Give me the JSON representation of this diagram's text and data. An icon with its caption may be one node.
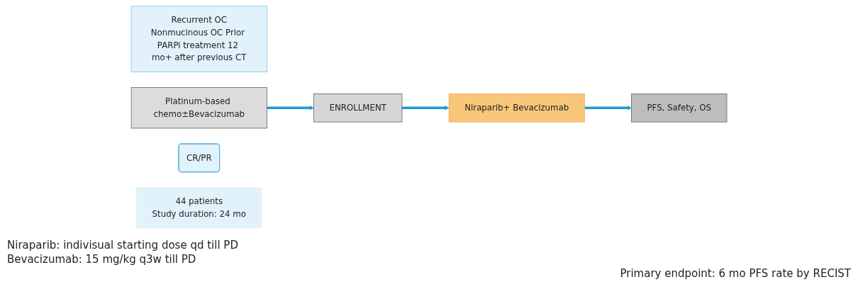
{
  "diagram": {
    "nodes": [
      {
        "text": [
          "Recurrent OC",
          "Nonmucinous OC Prior PARPi treatment 12 mo+ after previous CT"
        ]
      },
      {
        "text": [
          "Platinum-based chemo±Bevacizumab"
        ]
      },
      {
        "text": [
          "CR/PR"
        ]
      },
      {
        "text": [
          "ENROLLMENT"
        ]
      },
      {
        "text": [
          "Niraparib+ Bevacizumab"
        ]
      },
      {
        "text": [
          "PFS, Safety, OS"
        ]
      },
      {
        "text": [
          "44 patients",
          "Study duration: 24 mo"
        ]
      }
    ],
    "edges": [
      {
        "from": 1,
        "to": 3,
        "arrow": "to"
      },
      {
        "from": 3,
        "to": 4,
        "arrow": "to"
      },
      {
        "from": 4,
        "to": 5,
        "arrow": "to"
      }
    ],
    "labels": [
      "Niraparib: indivisual starting dose qd till PD",
      "Bevacizumab: 15 mg/kg q3w till PD",
      "Primary endpoint: 6 mo PFS rate by RECIST"
    ]
  }
}
